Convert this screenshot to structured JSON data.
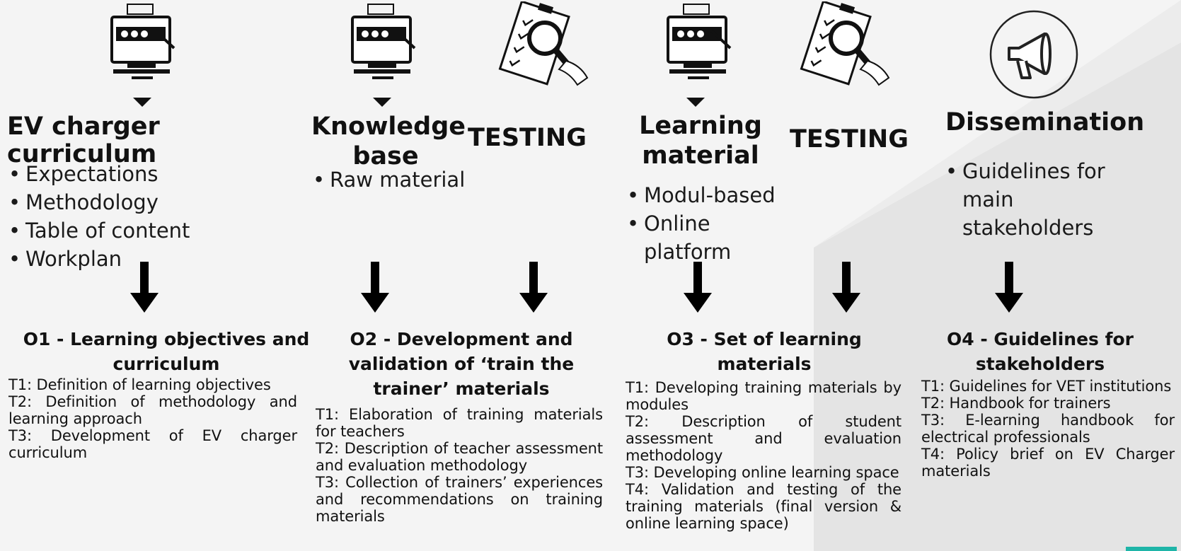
{
  "columns": {
    "ev": {
      "heading": "EV charger curriculum",
      "bullets": [
        "Expectations",
        "Methodology",
        "Table of content",
        "Workplan"
      ]
    },
    "kb": {
      "heading_line1": "Knowledge",
      "heading_line2": "base",
      "bullets": [
        "Raw material"
      ]
    },
    "testing1": {
      "heading": "TESTING"
    },
    "lm": {
      "heading_line1": "Learning",
      "heading_line2": "material",
      "bullets": [
        "Modul-based",
        "Online",
        "platform"
      ]
    },
    "testing2": {
      "heading": "TESTING"
    },
    "dis": {
      "heading": "Dissemination",
      "bullets": [
        "Guidelines for",
        "main",
        "stakeholders"
      ]
    }
  },
  "outputs": {
    "o1": {
      "title_line1": "O1 - Learning objectives and",
      "title_line2": "curriculum",
      "tasks": [
        "T1: Definition of learning objectives",
        "T2: Definition of methodology and learning approach",
        "T3: Development of EV charger curriculum"
      ]
    },
    "o2": {
      "title_line1": "O2 - Development and",
      "title_line2": "validation of ‘train the",
      "title_line3": "trainer’ materials",
      "tasks": [
        "T1: Elaboration of training materials for teachers",
        "T2: Description of teacher assessment and evaluation methodology",
        "T3: Collection of trainers’ experiences and recommendations on training materials"
      ]
    },
    "o3": {
      "title_line1": "O3 - Set of learning",
      "title_line2": "materials",
      "tasks": [
        "T1: Developing training materials by modules",
        "T2: Description of student assessment and evaluation methodology",
        "T3: Developing online learning space",
        "T4: Validation and testing of the training materials (final version & online learning space)"
      ]
    },
    "o4": {
      "title_line1": "O4 - Guidelines for",
      "title_line2": "stakeholders",
      "tasks": [
        "T1: Guidelines for VET institutions",
        "T2: Handbook for trainers",
        "T3: E-learning handbook for electrical professionals",
        "T4: Policy brief on EV Charger materials"
      ]
    }
  },
  "icons": [
    "computer-icon",
    "checklist-magnifier-icon",
    "megaphone-icon",
    "triangle-pointer-icon",
    "down-arrow-icon"
  ],
  "colors": {
    "background": "#f4f4f4",
    "shape": "#e2e2e2",
    "text": "#111111",
    "accent": "#1fb5a8"
  }
}
